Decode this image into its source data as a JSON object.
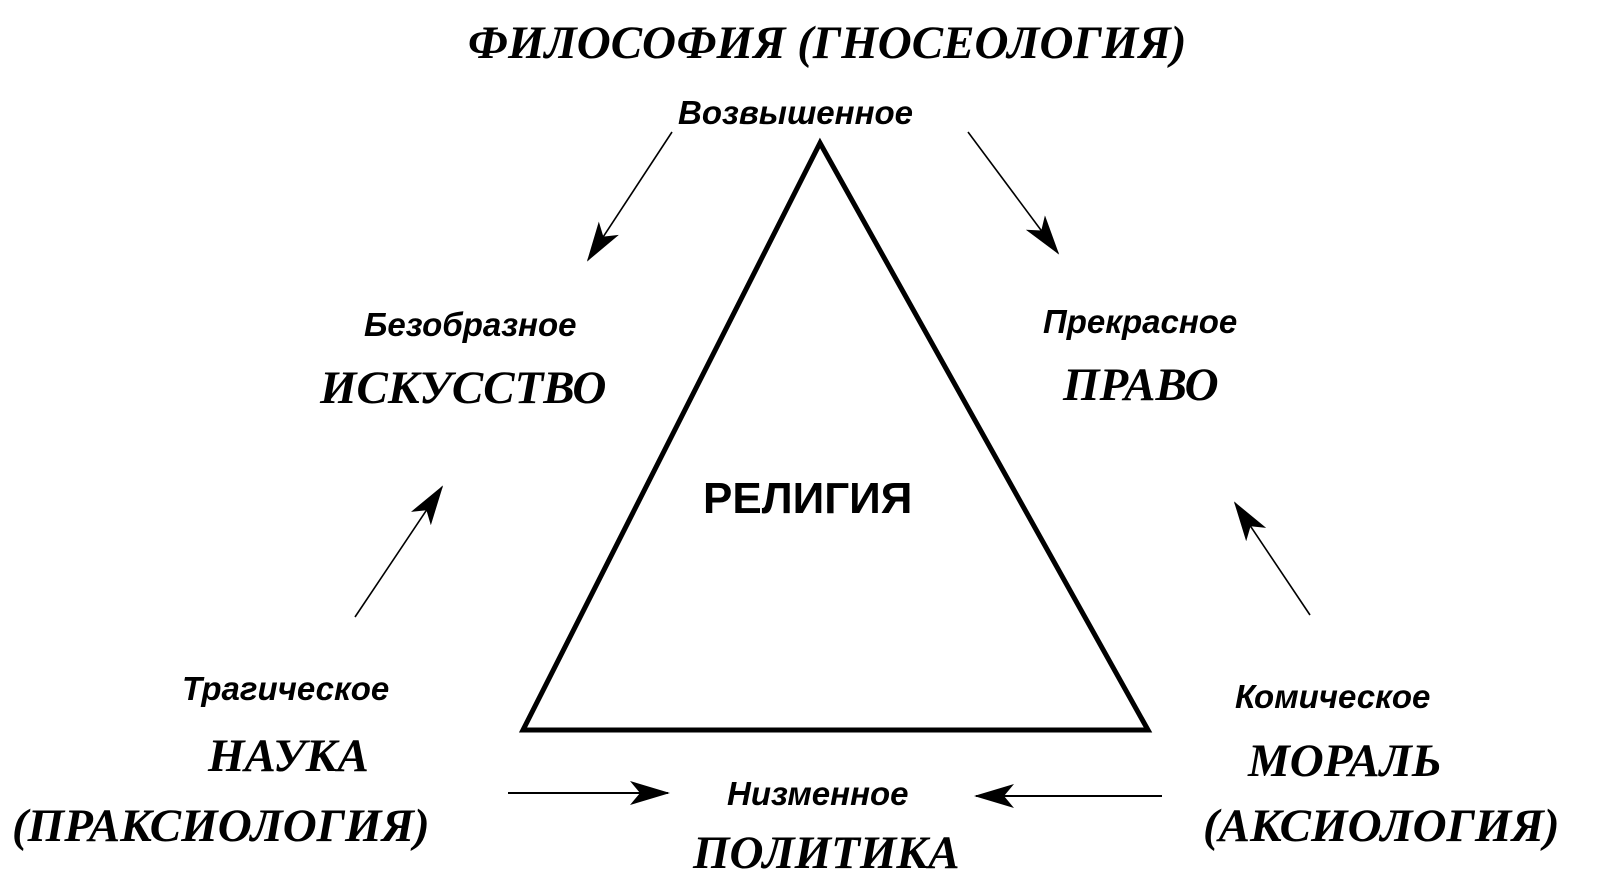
{
  "header": {
    "title": "ФИЛОСОФИЯ (ГНОСЕОЛОГИЯ)"
  },
  "apex": {
    "label": "Возвышенное"
  },
  "center": {
    "label": "РЕЛИГИЯ"
  },
  "left_top": {
    "quality": "Безобразное",
    "domain": "ИСКУССТВО"
  },
  "right_top": {
    "quality": "Прекрасное",
    "domain": "ПРАВО"
  },
  "left_bottom": {
    "quality": "Трагическое",
    "domain": "НАУКА",
    "subdomain": "(ПРАКСИОЛОГИЯ)"
  },
  "right_bottom": {
    "quality": "Комическое",
    "domain": "МОРАЛЬ",
    "subdomain": "(АКСИОЛОГИЯ)"
  },
  "bottom": {
    "quality": "Низменное",
    "domain": "ПОЛИТИКА"
  },
  "colors": {
    "ink": "#000000",
    "background": "#ffffff"
  }
}
